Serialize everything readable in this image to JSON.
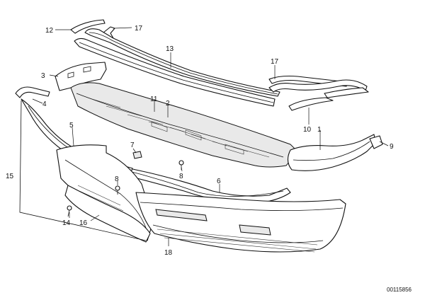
{
  "diagram": {
    "reference_number": "00115856",
    "callouts": {
      "c1": "1",
      "c2": "2",
      "c3": "3",
      "c4": "4",
      "c5": "5",
      "c6": "6",
      "c7": "7",
      "c8": "8",
      "c9": "9",
      "c10": "10",
      "c11": "11",
      "c12": "12",
      "c13": "13",
      "c14": "14",
      "c15": "15",
      "c16": "16",
      "c17a": "17",
      "c17b": "17",
      "c18": "18",
      "c8b": "8"
    }
  }
}
